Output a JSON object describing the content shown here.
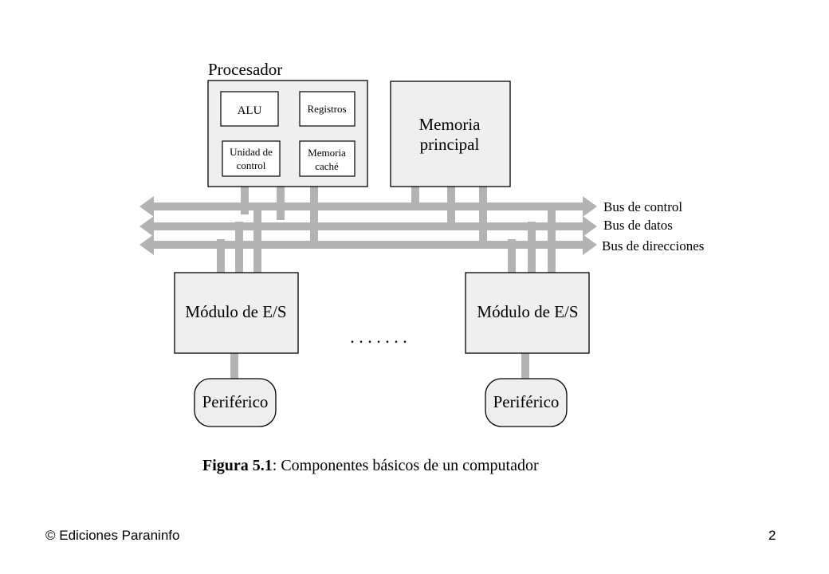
{
  "diagram": {
    "processor": {
      "title": "Procesador",
      "alu": "ALU",
      "registers": "Registros",
      "control_unit": [
        "Unidad de",
        "control"
      ],
      "cache": [
        "Memoria",
        "caché"
      ]
    },
    "main_memory": [
      "Memoria",
      "principal"
    ],
    "buses": {
      "control": "Bus de control",
      "data": "Bus de datos",
      "address": "Bus de direcciones"
    },
    "io_module_left": "Módulo de E/S",
    "io_module_right": "Módulo de E/S",
    "ellipsis": ". . . . . . .",
    "peripheral_left": "Periférico",
    "peripheral_right": "Periférico"
  },
  "caption": {
    "prefix": "Figura 5.1",
    "text": ": Componentes básicos de un computador"
  },
  "footer": {
    "copyright": "© Ediciones Paraninfo",
    "page_number": "2"
  },
  "colors": {
    "box_fill": "#efefef",
    "bus_gray": "#b3b3b3",
    "stroke": "#000000"
  }
}
